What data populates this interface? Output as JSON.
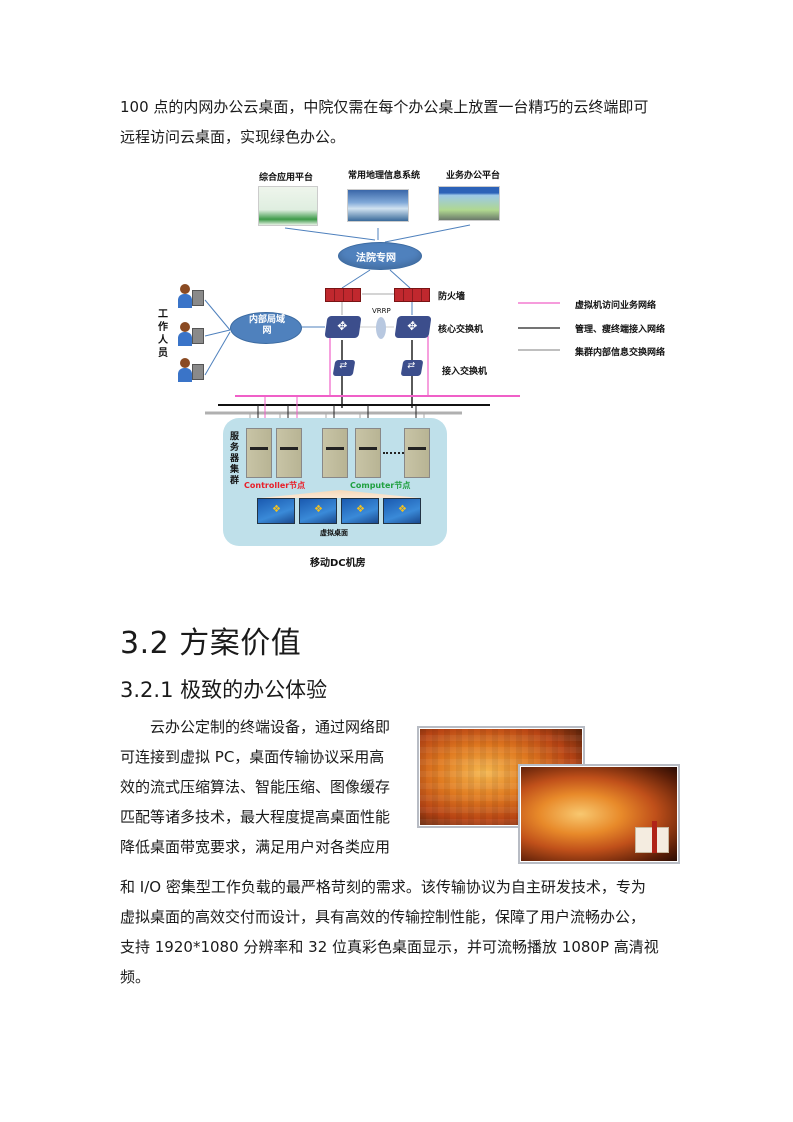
{
  "intro": {
    "lines": [
      "100 点的内网办公云桌面，中院仅需在每个办公桌上放置一台精巧的云终端即可",
      "远程访问云桌面，实现绿色办公。"
    ]
  },
  "diagram": {
    "top_systems": [
      {
        "label": "综合应用平台",
        "icon": "app-platform-screenshot"
      },
      {
        "label": "常用地理信息系统",
        "icon": "gis-screenshot"
      },
      {
        "label": "业务办公平台",
        "icon": "office-platform-screenshot"
      }
    ],
    "court_network": "法院专网",
    "firewall": "防火墙",
    "vrrp": "VRRP",
    "core_switch": "核心交换机",
    "access_switch": "接入交换机",
    "lan": "内部局域网",
    "staff_label": "工作人员",
    "server_cluster_label": "服务器集群",
    "controller_node": "Controller节点",
    "computer_node": "Computer节点",
    "virtual_desktop": "虚拟桌面",
    "datacenter": "移动DC机房",
    "legend": [
      {
        "label": "虚拟机访问业务网络",
        "color": "#f060c8"
      },
      {
        "label": "管理、瘦终端接入网络",
        "color": "#222222"
      },
      {
        "label": "集群内部信息交换网络",
        "color": "#aaaaaa"
      }
    ],
    "colors": {
      "pink": "#f060c8",
      "cloud": "#4f81bd",
      "firewall": "#c0282e",
      "cluster_bg": "#bfe0ea",
      "controller_text": "#e8202a",
      "computer_text": "#20a040"
    }
  },
  "section": {
    "heading": "3.2  方案价值",
    "subheading": "3.2.1  极致的办公体验",
    "body_lines": [
      "　　云办公定制的终端设备，通过网络即",
      "可连接到虚拟 PC，桌面传输协议采用高",
      "效的流式压缩算法、智能压缩、图像缓存",
      "匹配等诸多技术，最大程度提高桌面性能",
      "降低桌面带宽要求，满足用户对各类应用",
      "和 I/O 密集型工作负载的最严格苛刻的需求。该传输协议为自主研发技术，专为",
      "虚拟桌面的高效交付而设计，具有高效的传输控制性能，保障了用户流畅办公，",
      "支持 1920*1080 分辨率和 32 位真彩色桌面显示，并可流畅播放 1080P 高清视",
      "频。"
    ],
    "images": [
      {
        "alt": "pixelated-drink-image"
      },
      {
        "alt": "hd-drink-image"
      }
    ]
  }
}
